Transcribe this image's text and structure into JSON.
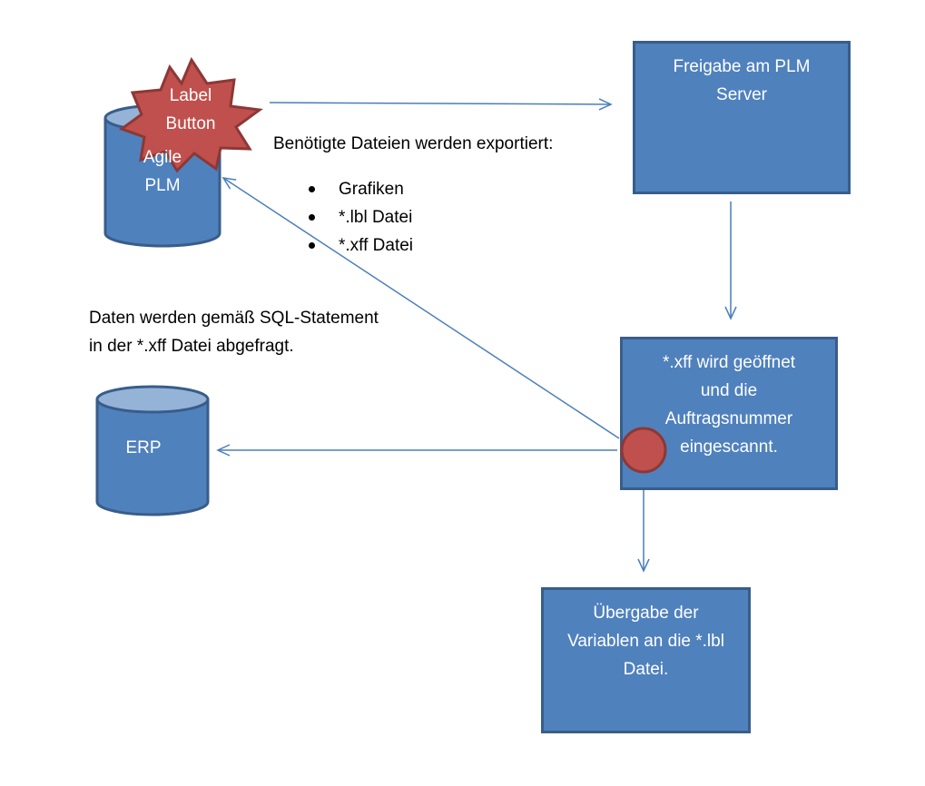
{
  "nodes": {
    "agile_plm": {
      "lines": [
        "Agile",
        "PLM"
      ]
    },
    "label_button": {
      "lines": [
        "Label",
        "Button"
      ]
    },
    "erp": {
      "label": "ERP"
    },
    "freigabe": {
      "lines": [
        "Freigabe am PLM",
        "Server"
      ]
    },
    "xff_box": {
      "lines": [
        "*.xff wird geöffnet",
        "und die",
        "Auftragsnummer",
        "eingescannt."
      ]
    },
    "uebergabe": {
      "lines": [
        "Übergabe der",
        "Variablen an die *.lbl",
        "Datei."
      ]
    }
  },
  "annotations": {
    "export_heading": "Benötigte Dateien werden exportiert:",
    "export_items": [
      "Grafiken",
      "*.lbl Datei",
      "*.xff Datei"
    ],
    "sql_note": [
      "Daten werden gemäß SQL-Statement",
      "in der *.xff Datei abgefragt."
    ]
  },
  "colors": {
    "box_fill": "#4f81bd",
    "box_border": "#385d8a",
    "cylinder_top": "#95b3d7",
    "star_fill": "#c0504d",
    "star_border": "#8c3836",
    "connector": "#4a7ebb"
  }
}
